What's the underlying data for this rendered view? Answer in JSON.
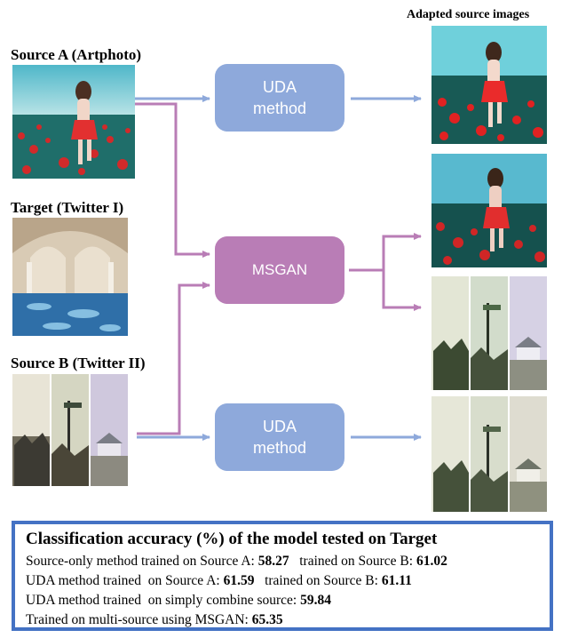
{
  "labels": {
    "source_a": "Source A (Artphoto)",
    "target": "Target (Twitter I)",
    "source_b": "Source B (Twitter II)",
    "adapted": "Adapted source images"
  },
  "boxes": {
    "uda_top": [
      "UDA",
      "method"
    ],
    "msgan": "MSGAN",
    "uda_bottom": [
      "UDA",
      "method"
    ]
  },
  "colors": {
    "uda_box": "#8ea9db",
    "msgan_box": "#b97db6",
    "blue_arrow": "#8ea9db",
    "purple_arrow": "#b97db6",
    "result_border": "#4472c4"
  },
  "results": {
    "title": "Classification accuracy (%) of the model tested on Target",
    "rows": [
      {
        "a_text": "Source-only method trained on Source A: ",
        "a_val": "58.27",
        "b_text": "   trained on Source B: ",
        "b_val": "61.02"
      },
      {
        "a_text": "UDA method trained  on Source A: ",
        "a_val": "61.59",
        "b_text": "   trained on Source B: ",
        "b_val": "61.11"
      },
      {
        "a_text": "UDA method trained  on simply combine source: ",
        "a_val": "59.84",
        "b_text": "",
        "b_val": ""
      },
      {
        "a_text": "Trained on multi-source using MSGAN: ",
        "a_val": "65.35",
        "b_text": "",
        "b_val": ""
      }
    ]
  }
}
